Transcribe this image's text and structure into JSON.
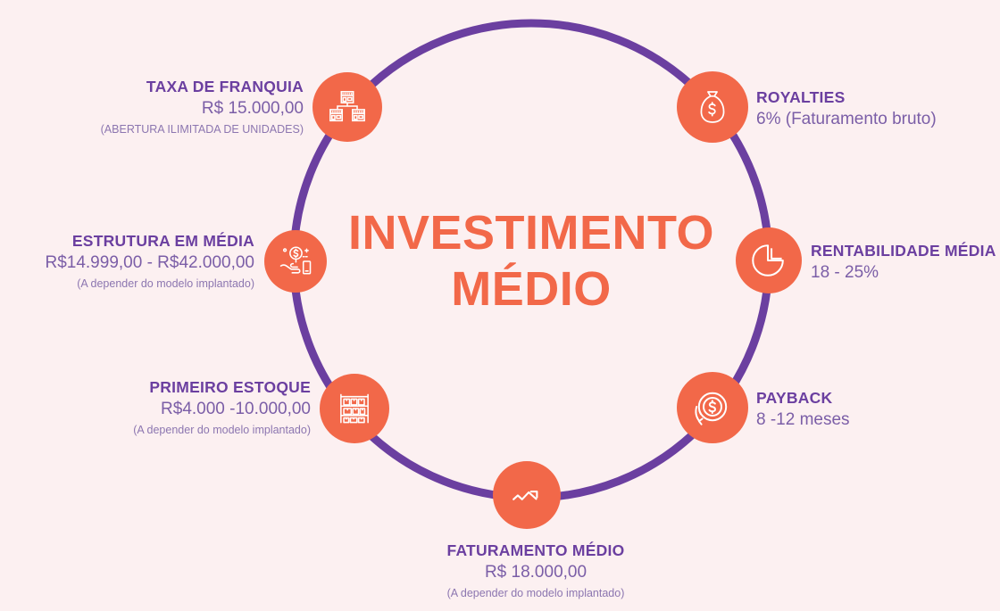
{
  "theme": {
    "background": "#FCF0F1",
    "accent_orange": "#F26849",
    "ring_purple": "#6B3FA0",
    "title_purple": "#6B3FA0",
    "value_purple": "#7B5EA7",
    "sub_purple": "#8C76B0"
  },
  "center": {
    "line1": "INVESTIMENTO",
    "line2": "MÉDIO"
  },
  "items": [
    {
      "id": "taxa-de-franquia",
      "title": "TAXA DE FRANQUIA",
      "value": "R$ 15.000,00",
      "sub": "(ABERTURA ILIMITADA DE UNIDADES)",
      "icon": "storefront-network-icon",
      "side": "left"
    },
    {
      "id": "royalties",
      "title": "ROYALTIES",
      "value": "6% (Faturamento bruto)",
      "sub": "",
      "icon": "money-bag-icon",
      "side": "right"
    },
    {
      "id": "estrutura-em-media",
      "title": "ESTRUTURA EM MÉDIA",
      "value": "R$14.999,00 - R$42.000,00",
      "sub": "(A depender do modelo implantado)",
      "icon": "hand-holding-coin-icon",
      "side": "left"
    },
    {
      "id": "rentabilidade-media",
      "title": "RENTABILIDADE MÉDIA",
      "value": "18 - 25%",
      "sub": "",
      "icon": "pie-chart-icon",
      "side": "right"
    },
    {
      "id": "primeiro-estoque",
      "title": "PRIMEIRO ESTOQUE",
      "value": "R$4.000 -10.000,00",
      "sub": "(A depender do modelo implantado)",
      "icon": "warehouse-shelf-icon",
      "side": "left"
    },
    {
      "id": "payback",
      "title": "PAYBACK",
      "value": "8 -12 meses",
      "sub": "",
      "icon": "coin-return-arrow-icon",
      "side": "right"
    },
    {
      "id": "faturamento-medio",
      "title": "FATURAMENTO MÉDIO",
      "value": "R$ 18.000,00",
      "sub": "(A depender do modelo implantado)",
      "icon": "trending-up-arrow-icon",
      "side": "center"
    }
  ]
}
